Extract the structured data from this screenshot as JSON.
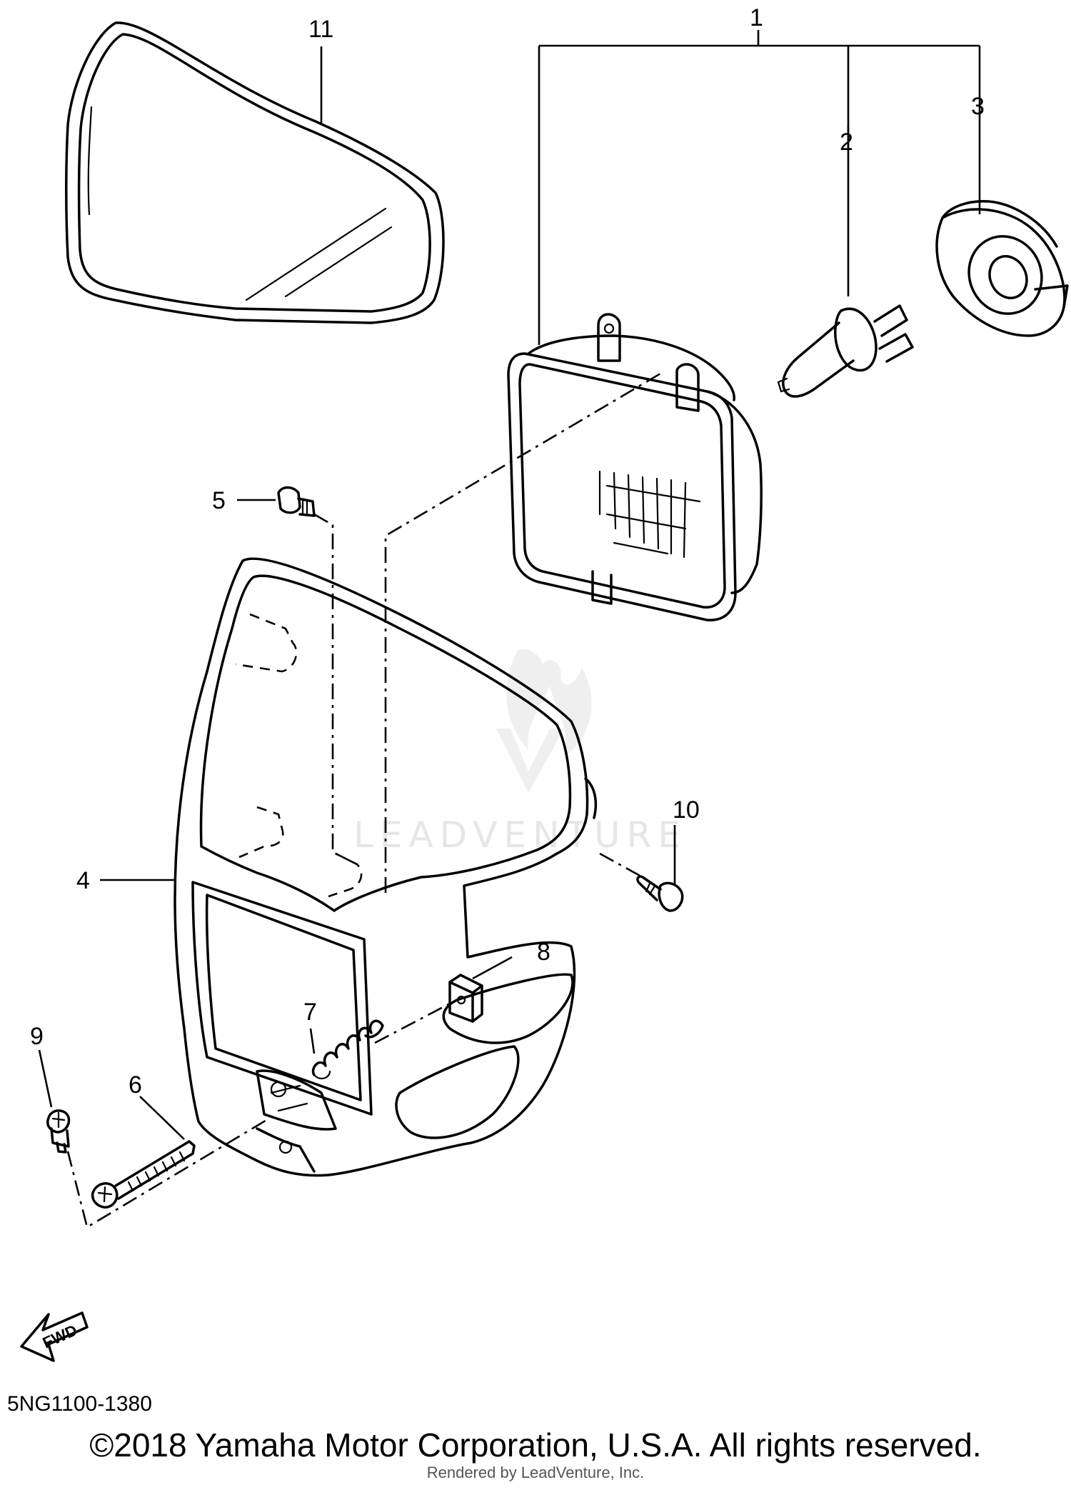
{
  "callouts": [
    "1",
    "2",
    "3",
    "4",
    "5",
    "6",
    "7",
    "8",
    "9",
    "10",
    "11"
  ],
  "watermark": "LEADVENTURE",
  "fwd_label": "FWD",
  "diagram_code": "5NG1100-1380",
  "copyright": "©2018 Yamaha Motor Corporation, U.S.A. All rights reserved.",
  "render_credit": "Rendered by LeadVenture, Inc."
}
